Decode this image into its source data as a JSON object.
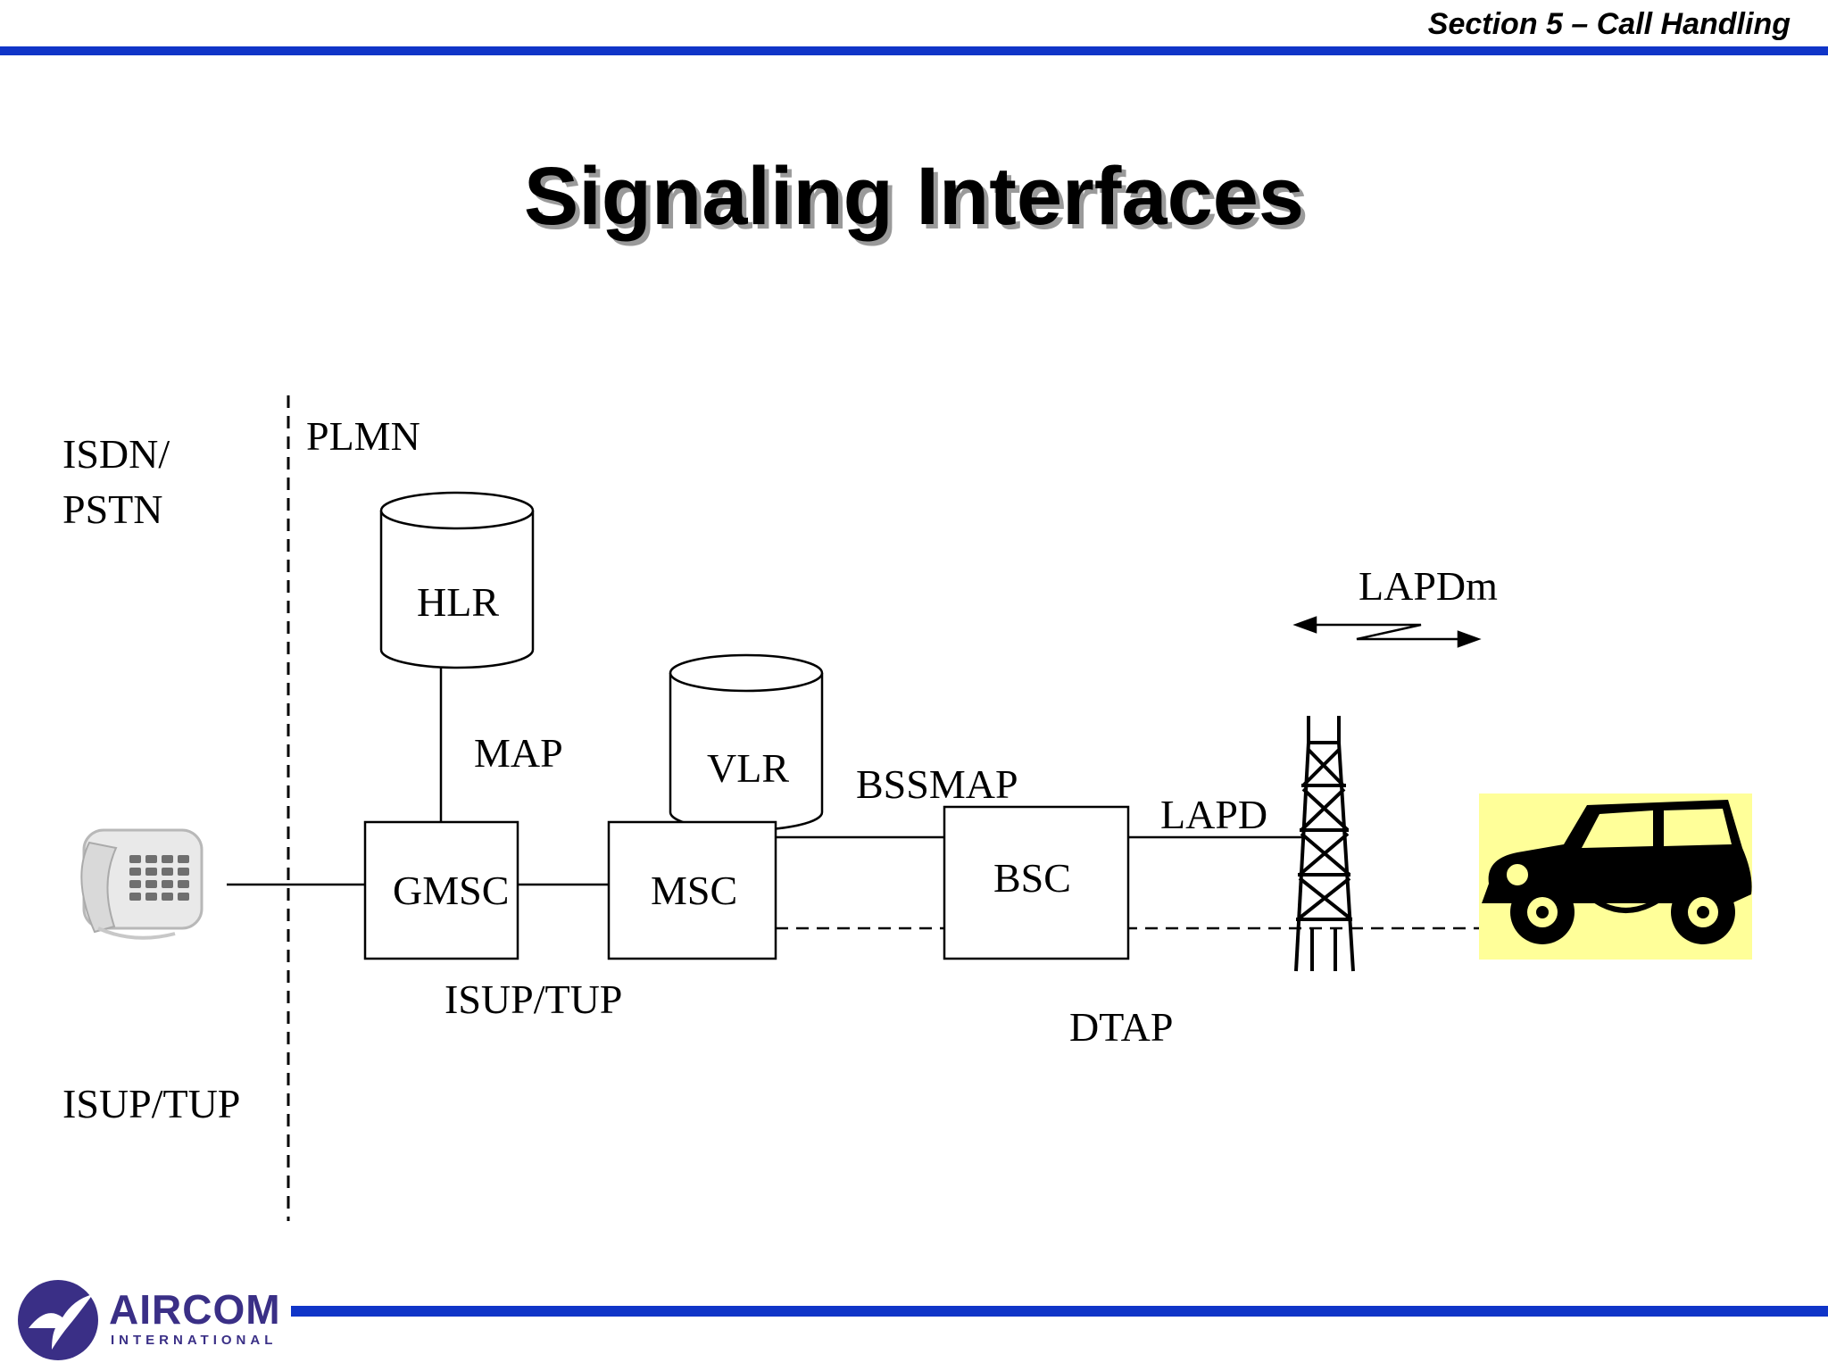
{
  "header": {
    "section": "Section 5 – Call Handling"
  },
  "title": "Signaling Interfaces",
  "domains": {
    "left_line1": "ISDN/",
    "left_line2": "PSTN",
    "right": "PLMN"
  },
  "nodes": {
    "hlr": "HLR",
    "vlr": "VLR",
    "gmsc": "GMSC",
    "msc": "MSC",
    "bsc": "BSC"
  },
  "interfaces": {
    "map": "MAP",
    "bssmap": "BSSMAP",
    "lapd": "LAPD",
    "lapdm": "LAPDm",
    "isup_tup_plmn": "ISUP/TUP",
    "isup_tup_pstn": "ISUP/TUP",
    "dtap": "DTAP"
  },
  "logo": {
    "name": "AIRCOM",
    "sub": "INTERNATIONAL"
  },
  "colors": {
    "rule": "#1035c8",
    "logo": "#3a2f86",
    "car_bg": "#ffff99"
  }
}
